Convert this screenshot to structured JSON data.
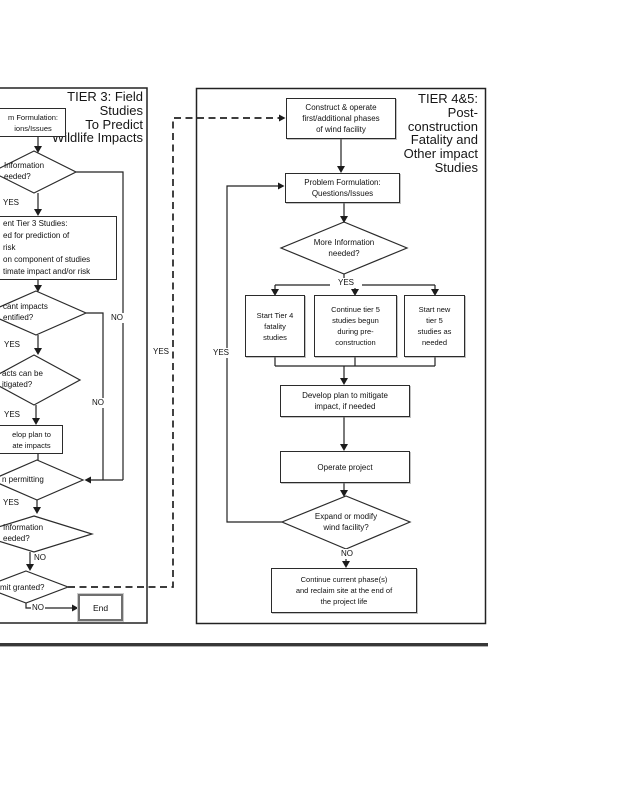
{
  "left_panel": {
    "title_lines": [
      "TIER 3: Field",
      "Studies",
      "To Predict",
      "Wildlife Impacts"
    ],
    "formulation_box_lines": [
      "m Formulation:",
      "ions/Issues"
    ],
    "info_diamond_lines": [
      "Information",
      "eeded?"
    ],
    "tier3_box_lines": [
      "ent Tier 3 Studies:",
      "ed for prediction of",
      "risk",
      "on component of studies",
      "timate impact and/or risk"
    ],
    "significant_diamond_lines": [
      "cant impacts",
      "entified?"
    ],
    "mitigate_diamond_lines": [
      "acts can be",
      "itigated?"
    ],
    "develop_box_lines": [
      "elop plan to",
      "ate impacts"
    ],
    "permitting_diamond_lines": [
      "n permitting"
    ],
    "info2_diamond_lines": [
      "Information",
      "eeded?"
    ],
    "granted_diamond_lines": [
      "mit granted?"
    ],
    "end_box_label": "End",
    "labels": {
      "yes1": "YES",
      "yes2": "YES",
      "yes3": "YES",
      "yes4": "YES",
      "no_info": "NO",
      "no_significant": "NO",
      "no_info2": "NO",
      "no_granted": "NO"
    }
  },
  "connectors": {
    "dashed_yes": "YES",
    "feedback_yes": "YES"
  },
  "right_panel": {
    "title_lines": [
      "TIER 4&5:",
      "Post-",
      "construction",
      "Fatality and",
      "Other impact",
      "Studies"
    ],
    "construct_box_lines": [
      "Construct & operate",
      "first/additional phases",
      "of wind facility"
    ],
    "problem_box_lines": [
      "Problem Formulation:",
      "Questions/Issues"
    ],
    "more_info_diamond_lines": [
      "More Information",
      "needed?"
    ],
    "tier4_box_lines": [
      "Start Tier 4",
      "fatality",
      "studies"
    ],
    "tier5_continue_box_lines": [
      "Continue tier 5",
      "studies begun",
      "during pre-",
      "construction"
    ],
    "tier5_new_box_lines": [
      "Start new",
      "tier 5",
      "studies as",
      "needed"
    ],
    "develop_box_lines": [
      "Develop plan to mitigate",
      "impact, if needed"
    ],
    "operate_box_lines": [
      "Operate project"
    ],
    "expand_diamond_lines": [
      "Expand or modify",
      "wind facility?"
    ],
    "continue_box_lines": [
      "Continue current phase(s)",
      "and reclaim site at the end of",
      "the project life"
    ],
    "labels": {
      "yes_split": "YES",
      "no_expand": "NO"
    }
  }
}
